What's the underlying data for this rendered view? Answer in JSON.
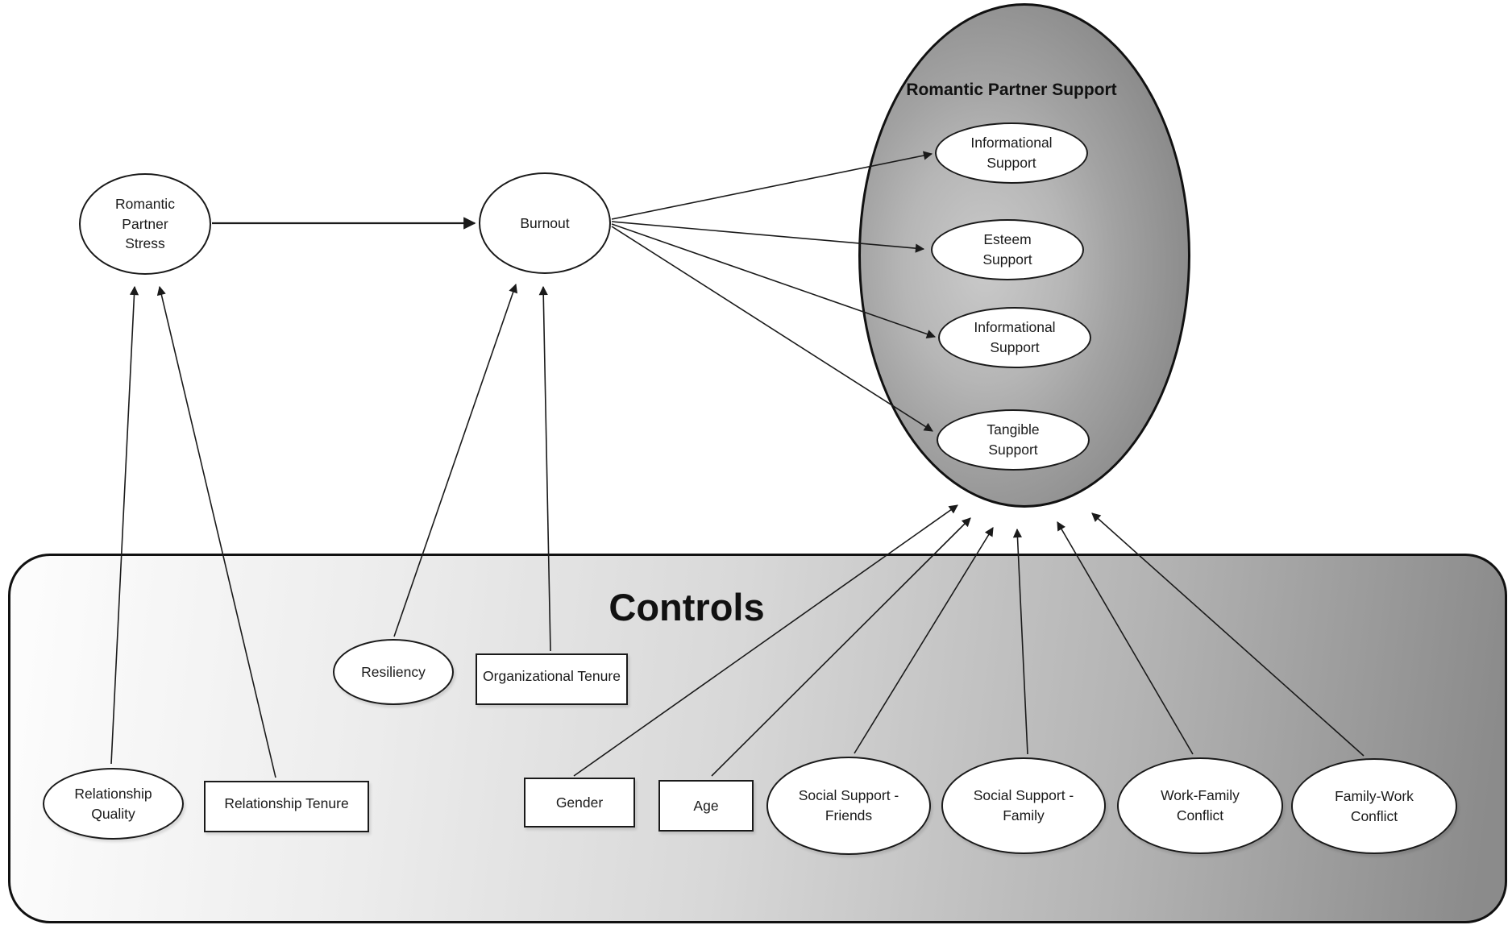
{
  "nodes": {
    "romantic_partner_stress": {
      "label": "Romantic\nPartner\nStress"
    },
    "burnout": {
      "label": "Burnout"
    },
    "support_group": {
      "title": "Romantic Partner Support",
      "children": [
        {
          "label": "Informational\nSupport"
        },
        {
          "label": "Esteem\nSupport"
        },
        {
          "label": "Informational\nSupport"
        },
        {
          "label": "Tangible\nSupport"
        }
      ]
    },
    "controls_group": {
      "title": "Controls",
      "resiliency": {
        "label": "Resiliency"
      },
      "organizational_tenure": {
        "label": "Organizational Tenure"
      },
      "relationship_quality": {
        "label": "Relationship\nQuality"
      },
      "relationship_tenure": {
        "label": "Relationship Tenure"
      },
      "gender": {
        "label": "Gender"
      },
      "age": {
        "label": "Age"
      },
      "social_support_friends": {
        "label": "Social Support -\nFriends"
      },
      "social_support_family": {
        "label": "Social Support -\nFamily"
      },
      "work_family_conflict": {
        "label": "Work-Family\nConflict"
      },
      "family_work_conflict": {
        "label": "Family-Work\nConflict"
      }
    }
  },
  "colors": {
    "node_fill": "#ffffff",
    "node_border": "#1a1a1a",
    "arrow": "#1a1a1a",
    "support_ellipse_gradient": [
      "#cacaca",
      "#b6b6b6",
      "#8c8c8c"
    ],
    "controls_gradient": [
      "#fdfdfd",
      "#d8d8d8",
      "#8b8b8b"
    ]
  }
}
